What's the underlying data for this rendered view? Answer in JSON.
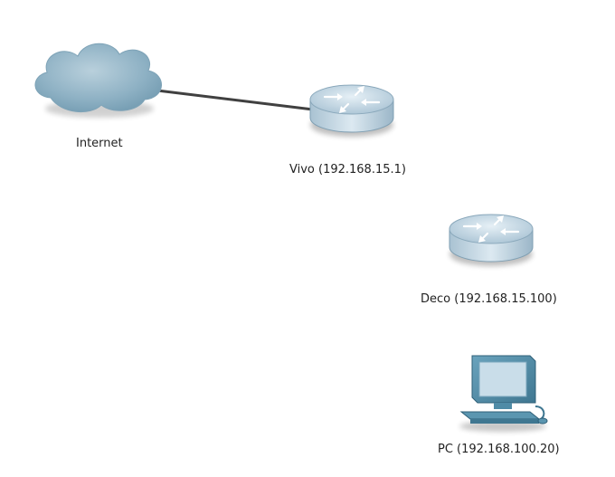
{
  "topology": {
    "nodes": [
      {
        "id": "internet",
        "type": "cloud",
        "label": "Internet"
      },
      {
        "id": "vivo",
        "type": "router",
        "label": "Vivo (192.168.15.1)"
      },
      {
        "id": "deco",
        "type": "router",
        "label": "Deco (192.168.15.100)"
      },
      {
        "id": "pc",
        "type": "pc",
        "label": "PC (192.168.100.20)"
      }
    ],
    "links": [
      {
        "from": "internet",
        "to": "vivo"
      }
    ]
  },
  "colors": {
    "link": "#404040",
    "cloud": "#8fb3c6",
    "router": "#b7cddd",
    "pc": "#4f8ba6",
    "screen": "#c6dbe8"
  }
}
